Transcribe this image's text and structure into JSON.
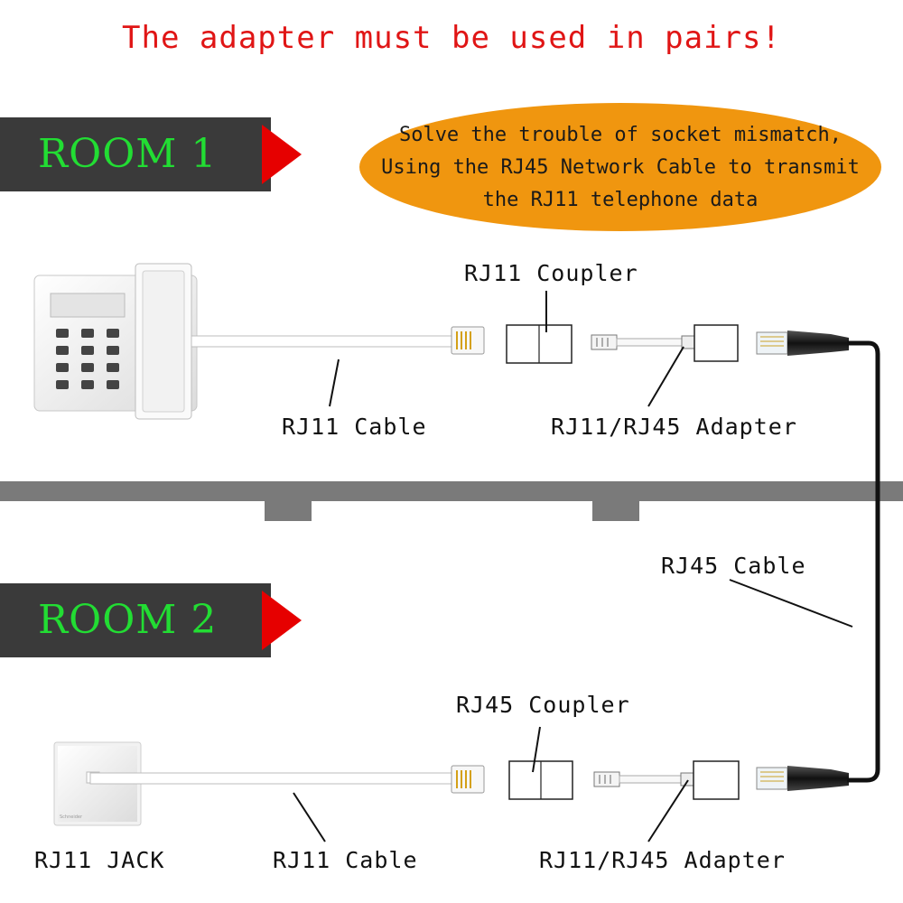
{
  "headline": "The adapter must be used in pairs!",
  "rooms": [
    {
      "label": "ROOM 1"
    },
    {
      "label": "ROOM 2"
    }
  ],
  "callout": {
    "lines": [
      "Solve the trouble of socket mismatch,",
      "Using the RJ45 Network Cable to transmit",
      "the RJ11 telephone data"
    ]
  },
  "labels": {
    "room1_coupler": "RJ11 Coupler",
    "room1_cable": "RJ11 Cable",
    "room1_adapter": "RJ11/RJ45 Adapter",
    "rj45_cable": "RJ45 Cable",
    "room2_coupler": "RJ45 Coupler",
    "room2_jack": "RJ11 JACK",
    "room2_cable": "RJ11 Cable",
    "room2_adapter": "RJ11/RJ45 Adapter"
  },
  "colors": {
    "headline": "#e01515",
    "room_label": "#22dd33",
    "banner": "#3a3a3a",
    "arrow": "#e60000",
    "callout": "#f0960f",
    "floor": "#7a7a7a"
  }
}
